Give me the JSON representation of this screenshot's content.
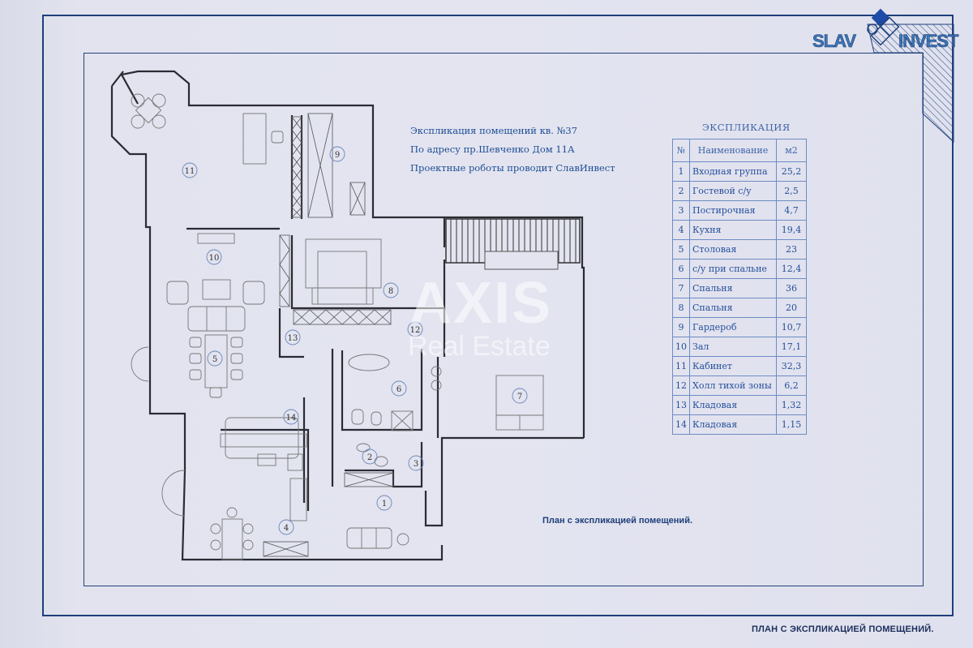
{
  "logo": {
    "left_text": "SLAV",
    "right_text": "INVEST",
    "icon": "diamond-squares-icon"
  },
  "header": {
    "line1": "Экспликация помещений кв. №37",
    "line2": "По адресу пр.Шевченко Дом 11А",
    "line3": "Проектные роботы проводит СлавИнвест"
  },
  "explication": {
    "title": "ЭКСПЛИКАЦИЯ",
    "columns": [
      "№",
      "Наименование",
      "м2"
    ],
    "rows": [
      {
        "num": "1",
        "name": "Входная группа",
        "area": "25,2"
      },
      {
        "num": "2",
        "name": "Гостевой с/у",
        "area": "2,5"
      },
      {
        "num": "3",
        "name": "Постирочная",
        "area": "4,7"
      },
      {
        "num": "4",
        "name": "Кухня",
        "area": "19,4"
      },
      {
        "num": "5",
        "name": "Столовая",
        "area": "23"
      },
      {
        "num": "6",
        "name": "с/у при спальне",
        "area": "12,4"
      },
      {
        "num": "7",
        "name": "Спальня",
        "area": "36"
      },
      {
        "num": "8",
        "name": "Спальня",
        "area": "20"
      },
      {
        "num": "9",
        "name": "Гардероб",
        "area": "10,7"
      },
      {
        "num": "10",
        "name": "Зал",
        "area": "17,1"
      },
      {
        "num": "11",
        "name": "Кабинет",
        "area": "32,3"
      },
      {
        "num": "12",
        "name": "Холл тихой зоны",
        "area": "6,2"
      },
      {
        "num": "13",
        "name": "Кладовая",
        "area": "1,32"
      },
      {
        "num": "14",
        "name": "Кладовая",
        "area": "1,15"
      }
    ]
  },
  "plan": {
    "caption": "План с экспликацией помещений.",
    "room_labels": [
      "1",
      "2",
      "3",
      "4",
      "5",
      "6",
      "7",
      "8",
      "9",
      "10",
      "11",
      "12",
      "13",
      "14"
    ]
  },
  "watermark": {
    "big": "AXIS",
    "small": "Real Estate"
  },
  "footer": {
    "caption": "ПЛАН С ЭКСПЛИКАЦИЕЙ ПОМЕЩЕНИЙ."
  },
  "colors": {
    "frame": "#1e3f7a",
    "text_blue": "#1e4d94",
    "plan_lines": "#2b2b33",
    "background": "#e2e3ef"
  }
}
